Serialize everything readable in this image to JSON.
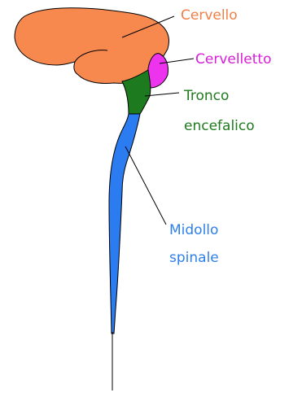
{
  "labels": {
    "cervello": "Cervello",
    "cervelletto": "Cervelletto",
    "tronco_line1": "Tronco",
    "tronco_line2": "encefalico",
    "midollo_line1": "Midollo",
    "midollo_line2": "spinale"
  },
  "colors": {
    "cervello_fill": "#F8894E",
    "cervelletto_fill": "#EE33EE",
    "tronco_fill": "#1E7A1E",
    "midollo_fill": "#2B7CF0",
    "outline": "#000000",
    "label_cervello": "#F07F45",
    "label_cervelletto": "#D81ED8",
    "label_tronco": "#1F7A1F",
    "label_midollo": "#2E7FEA"
  }
}
